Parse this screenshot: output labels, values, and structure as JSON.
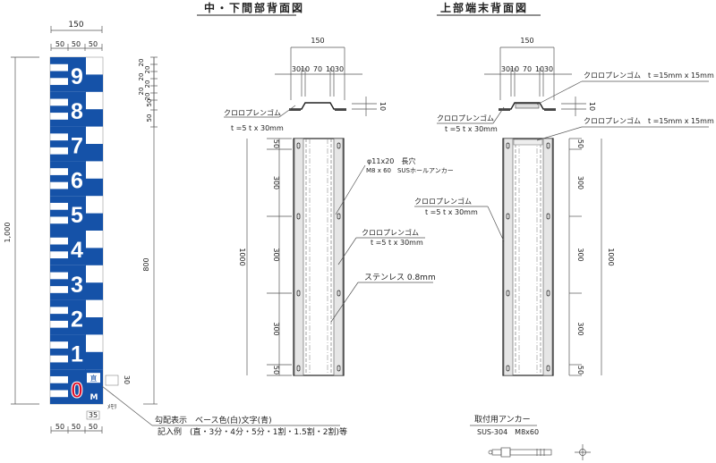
{
  "titles": {
    "middle": "中・下間部背面図",
    "top": "上部端末背面図"
  },
  "gauge": {
    "digits": [
      "9",
      "8",
      "7",
      "6",
      "5",
      "4",
      "3",
      "2",
      "1"
    ],
    "zero": "0",
    "unit": "M",
    "gradient_mark": "直",
    "width_total": "150",
    "col_widths": [
      "50",
      "50",
      "50"
    ],
    "height_total": "1,000",
    "height_800": "800",
    "small_dims": [
      "20",
      "20",
      "20",
      "20",
      "20",
      "20",
      "50",
      "50"
    ],
    "mark_h": "30",
    "mark_w": "35",
    "scale_label": "ﾒﾓﾘ",
    "colors": {
      "blue": "#1552a8",
      "red": "#e0102a"
    }
  },
  "gradient_note": {
    "line1": "勾配表示　ベース色(白)文字(青)",
    "line2": "記入例　(直・3分・4分・5分・1割・1.5割・2割)等"
  },
  "section": {
    "width": "150",
    "parts": [
      "30",
      "10",
      "70",
      "10",
      "30"
    ],
    "thickness": "10"
  },
  "middle": {
    "rubber_label": "クロロプレンゴム",
    "rubber_spec": "t =5 t x 30mm",
    "hole_label": "φ11x20　長穴",
    "anchor_label": "M8 x 60　SUSホールアンカー",
    "rubber2_label": "クロロプレンゴム",
    "rubber2_spec": "t =5 t x 30mm",
    "steel_label": "ステンレス 0.8mm",
    "dims": [
      "50",
      "300",
      "300",
      "300",
      "50"
    ],
    "total": "1000"
  },
  "top": {
    "rubber_top_label": "クロロプレンゴム　t =15mm x 15mm",
    "rubber_top2_label": "クロロプレンゴム　t =15mm x 15mm",
    "rubber_label": "クロロプレンゴム",
    "rubber_spec": "t =5 t x 30mm",
    "rubber2_label": "クロロプレンゴム",
    "rubber2_spec": "t =5 t x 30mm",
    "dims": [
      "50",
      "300",
      "300",
      "300",
      "50"
    ],
    "total": "1000"
  },
  "anchor": {
    "title": "取付用アンカー",
    "spec": "SUS-304　M8x60"
  }
}
